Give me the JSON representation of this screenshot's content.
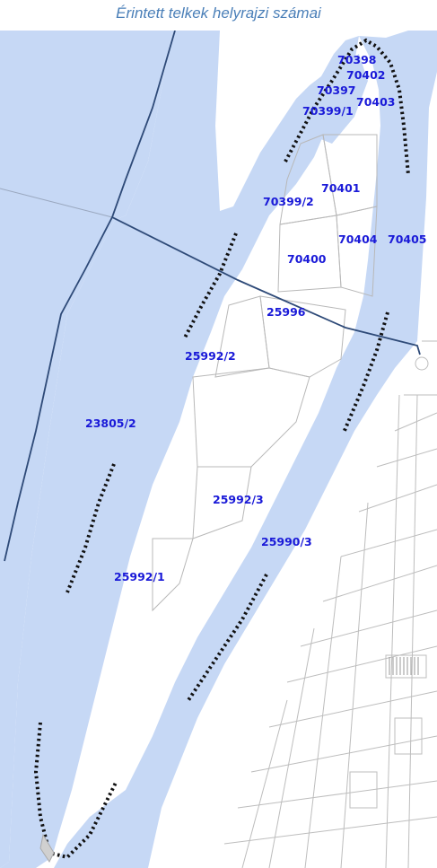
{
  "caption": "Érintett telkek helyrajzi számai",
  "colors": {
    "water": "#c6d8f5",
    "parcel_line": "#b8b8b8",
    "admin_boundary": "#2e4a78",
    "label": "#1a1ad8",
    "caption": "#4a7fb8",
    "dotted_marker": "#111111"
  },
  "parcels": [
    {
      "id": "p-70398",
      "label": "70398"
    },
    {
      "id": "p-70402",
      "label": "70402"
    },
    {
      "id": "p-70397",
      "label": "70397"
    },
    {
      "id": "p-70403",
      "label": "70403"
    },
    {
      "id": "p-70399-1",
      "label": "70399/1"
    },
    {
      "id": "p-70401",
      "label": "70401"
    },
    {
      "id": "p-70399-2",
      "label": "70399/2"
    },
    {
      "id": "p-70404",
      "label": "70404"
    },
    {
      "id": "p-70405",
      "label": "70405"
    },
    {
      "id": "p-70400",
      "label": "70400"
    },
    {
      "id": "p-25996",
      "label": "25996"
    },
    {
      "id": "p-25992-2",
      "label": "25992/2"
    },
    {
      "id": "p-23805-2",
      "label": "23805/2"
    },
    {
      "id": "p-25992-3",
      "label": "25992/3"
    },
    {
      "id": "p-25990-3",
      "label": "25990/3"
    },
    {
      "id": "p-25992-1",
      "label": "25992/1"
    }
  ]
}
